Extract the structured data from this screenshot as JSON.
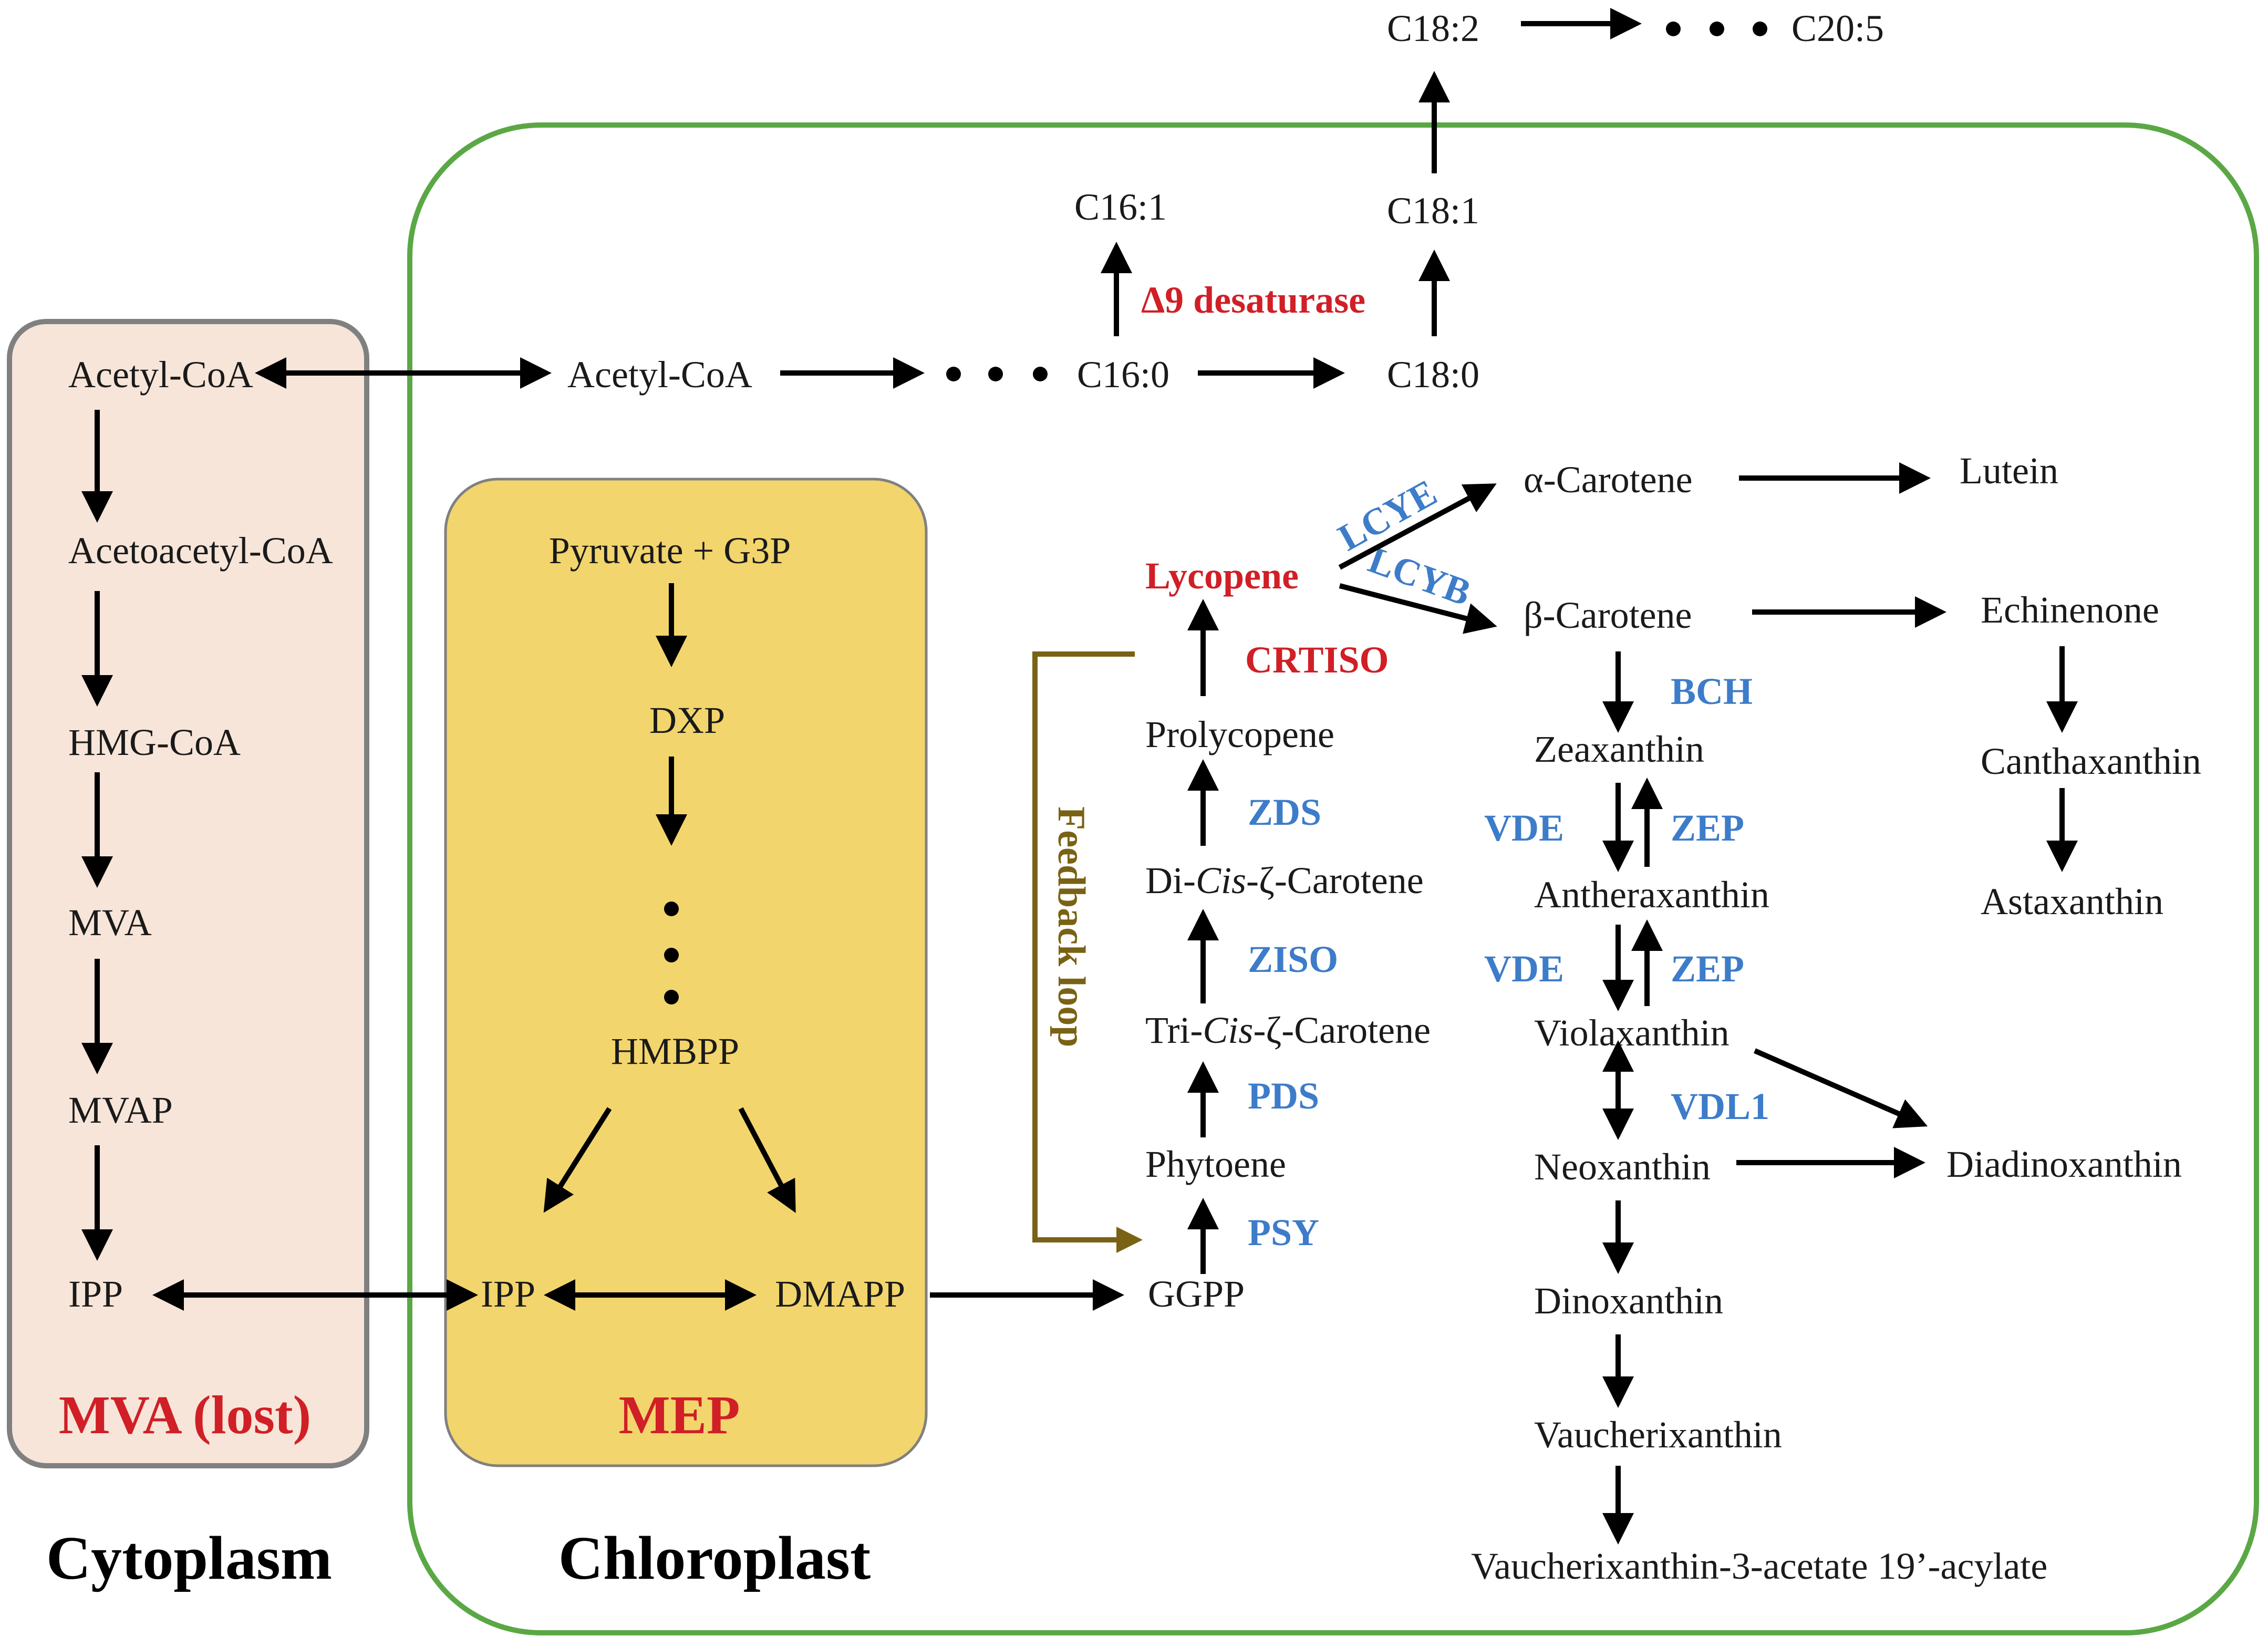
{
  "compartments": {
    "cytoplasm": "Cytoplasm",
    "chloroplast": "Chloroplast",
    "mva": "MVA (lost)",
    "mep": "MEP"
  },
  "mva_pathway": [
    "Acetyl-CoA",
    "Acetoacetyl-CoA",
    "HMG-CoA",
    "MVA",
    "MVAP",
    "IPP"
  ],
  "mep_pathway": {
    "start": "Pyruvate + G3P",
    "dxp": "DXP",
    "hmbpp": "HMBPP",
    "ipp": "IPP",
    "dmapp": "DMAPP"
  },
  "fatty_acid": {
    "acetyl": "Acetyl-CoA",
    "c160": "C16:0",
    "c180": "C18:0",
    "c161": "C16:1",
    "c181": "C18:1",
    "c182": "C18:2",
    "c205": "C20:5",
    "enzyme": "Δ9 desaturase"
  },
  "carotenoid": {
    "ggpp": "GGPP",
    "phytoene": "Phytoene",
    "tricis_pre": "Tri-",
    "tricis_it": "Cis",
    "tricis_post": "-ζ-Carotene",
    "dicis_pre": "Di-",
    "dicis_it": "Cis",
    "dicis_post": "-ζ-Carotene",
    "prolycopene": "Prolycopene",
    "lycopene": "Lycopene",
    "alpha_carotene": "α-Carotene",
    "lutein": "Lutein",
    "beta_carotene": "β-Carotene",
    "echinenone": "Echinenone",
    "canthaxanthin": "Canthaxanthin",
    "astaxanthin": "Astaxanthin",
    "zeaxanthin": "Zeaxanthin",
    "antheraxanthin": "Antheraxanthin",
    "violaxanthin": "Violaxanthin",
    "neoxanthin": "Neoxanthin",
    "diadinoxanthin": "Diadinoxanthin",
    "dinoxanthin": "Dinoxanthin",
    "vaucherixanthin": "Vaucherixanthin",
    "vauch_ester": "Vaucherixanthin-3-acetate 19’-acylate"
  },
  "enzymes": {
    "psy": "PSY",
    "pds": "PDS",
    "ziso": "ZISO",
    "zds": "ZDS",
    "crtiso": "CRTISO",
    "lcye": "LCYE",
    "lcyb": "LCYB",
    "bch": "BCH",
    "vde1": "VDE",
    "zep1": "ZEP",
    "vde2": "VDE",
    "zep2": "ZEP",
    "vdl1": "VDL1"
  },
  "feedback_label": "Feedback loop",
  "colors": {
    "chloroplast_border": "#5aa845",
    "cytoplasm_fill": "#f7e5d9",
    "cytoplasm_border": "#808080",
    "mep_fill": "#f2d56c",
    "mep_border": "#808080",
    "enzyme_blue": "#3d7cc9",
    "highlight_red": "#d01f26",
    "feedback_brown": "#7a6215"
  }
}
